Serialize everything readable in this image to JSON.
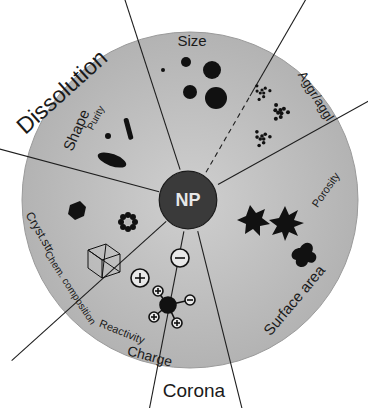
{
  "diagram": {
    "nodes": [
      {
        "text": [
          "NP"
        ]
      }
    ],
    "labels": [
      "Dissolution",
      "Size",
      "Shape",
      "Purity",
      "Aggr/aggl",
      "Porosity",
      "Cryst.str",
      "Chem. composition",
      "Surface area",
      "Reactivity",
      "Charge",
      "Corona"
    ]
  }
}
